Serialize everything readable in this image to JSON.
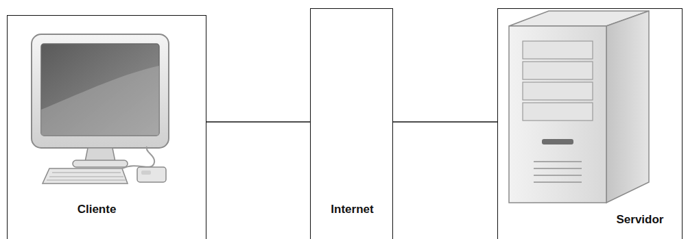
{
  "diagram": {
    "nodes": [
      {
        "text": [
          "Cliente"
        ]
      },
      {
        "text": [
          "Internet"
        ]
      },
      {
        "text": [
          "Servidor"
        ]
      }
    ],
    "edges": [
      {
        "from": 0,
        "to": 1,
        "arrow": "none"
      },
      {
        "from": 1,
        "to": 2,
        "arrow": "none"
      }
    ]
  }
}
